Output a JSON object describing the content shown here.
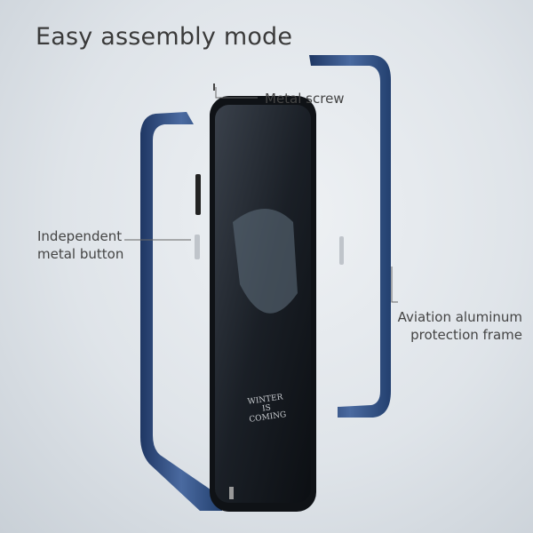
{
  "title": "Easy assembly mode",
  "labels": {
    "screw": "Metal screw",
    "button_line1": "Independent",
    "button_line2": "metal button",
    "frame_line1": "Aviation aluminum",
    "frame_line2": "protection frame"
  },
  "screen_text": "WINTER IS COMING",
  "colors": {
    "frame_blue": "#2c4a7c",
    "phone_black": "#15181d",
    "text": "#444444"
  }
}
